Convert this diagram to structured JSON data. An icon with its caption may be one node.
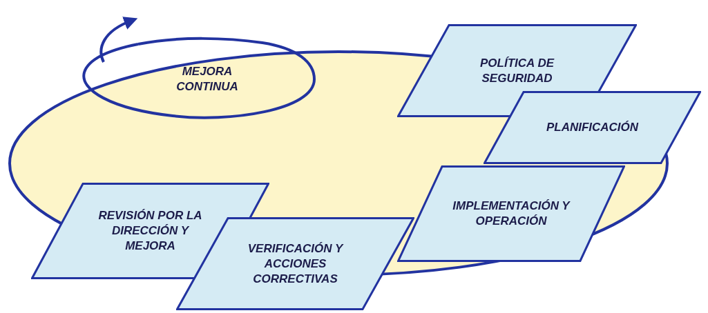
{
  "diagram": {
    "nodes": [
      {
        "text": [
          "MEJORA CONTINUA"
        ]
      },
      {
        "text": [
          "POLÍTICA DE SEGURIDAD"
        ]
      },
      {
        "text": [
          "PLANIFICACIÓN"
        ]
      },
      {
        "text": [
          "IMPLEMENTACIÓN Y OPERACIÓN"
        ]
      },
      {
        "text": [
          "VERIFICACIÓN Y ACCIONES CORRECTIVAS"
        ]
      },
      {
        "text": [
          "REVISIÓN POR LA DIRECCIÓN Y MEJORA"
        ]
      }
    ]
  }
}
